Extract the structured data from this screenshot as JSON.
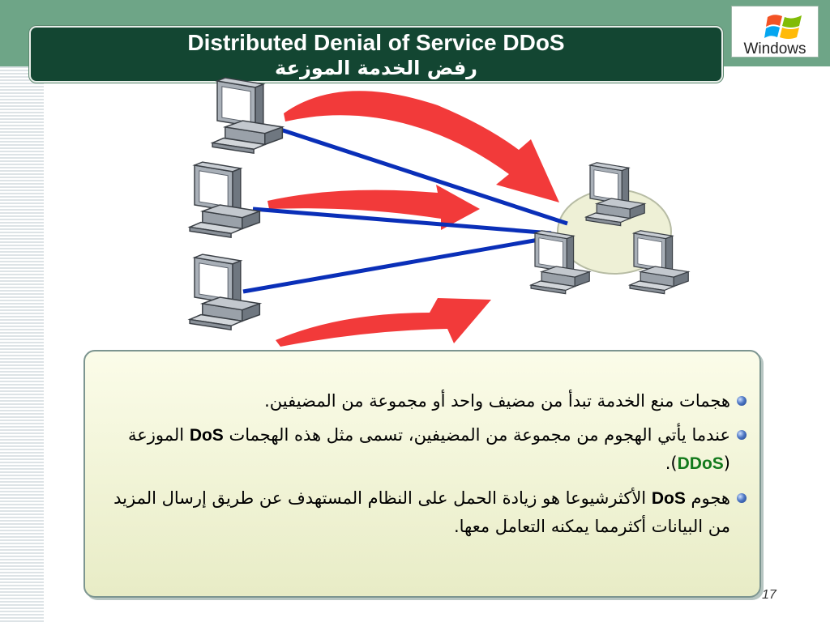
{
  "header": {
    "title_en": "Distributed Denial of Service DDoS",
    "title_ar": "رفض الخدمة الموزعة",
    "logo_text": "Windows"
  },
  "bullets": {
    "b1": "هجمات منع الخدمة تبدأ من مضيف واحد أو مجموعة من المضيفين.",
    "b2_part1": "عندما يأتي الهجوم من مجموعة من المضيفين، تسمى مثل هذه الهجمات",
    "b2_dos": "DoS",
    "b2_part2": "الموزعة (",
    "b2_ddos": "DDoS",
    "b2_part3": ").",
    "b3_part1": "هجوم",
    "b3_dos": "DoS",
    "b3_part2": "الأكثرشيوعا هو زيادة الحمل على النظام المستهدف عن طريق إرسال المزيد من البيانات  أكثرمما يمكنه  التعامل معها."
  },
  "footer": {
    "page_number": "17"
  },
  "colors": {
    "top_band": "#6ea587",
    "title_bar": "#134632",
    "arrow_red": "#f23a3a",
    "link_blue": "#0a2fb8",
    "ddos_green": "#137a1c"
  },
  "icons": [
    "computer-icon",
    "network-cloud-icon",
    "red-attack-arrow",
    "windows-logo-icon"
  ]
}
